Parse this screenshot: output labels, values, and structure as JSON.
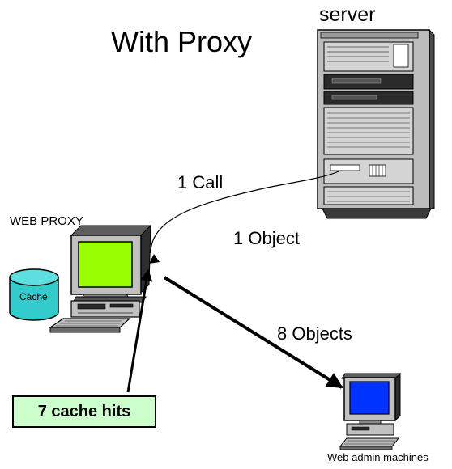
{
  "diagram": {
    "title": "With Proxy",
    "nodes": {
      "server": "server",
      "web_proxy": "WEB PROXY",
      "cache": "Cache",
      "web_admin": "Web  admin machines"
    },
    "edges": {
      "call": "1 Call",
      "object": "1 Object",
      "objects": "8 Objects"
    },
    "callout": "7 cache hits"
  },
  "colors": {
    "cache_fill": "#33cccc",
    "proxy_screen": "#99ff00",
    "client_screen": "#0033ff",
    "callout_fill": "#ccffcc",
    "device_body": "#c0c0c0"
  },
  "icons": [
    "server-tower-icon",
    "proxy-computer-icon",
    "cache-cylinder-icon",
    "client-computer-icon"
  ]
}
